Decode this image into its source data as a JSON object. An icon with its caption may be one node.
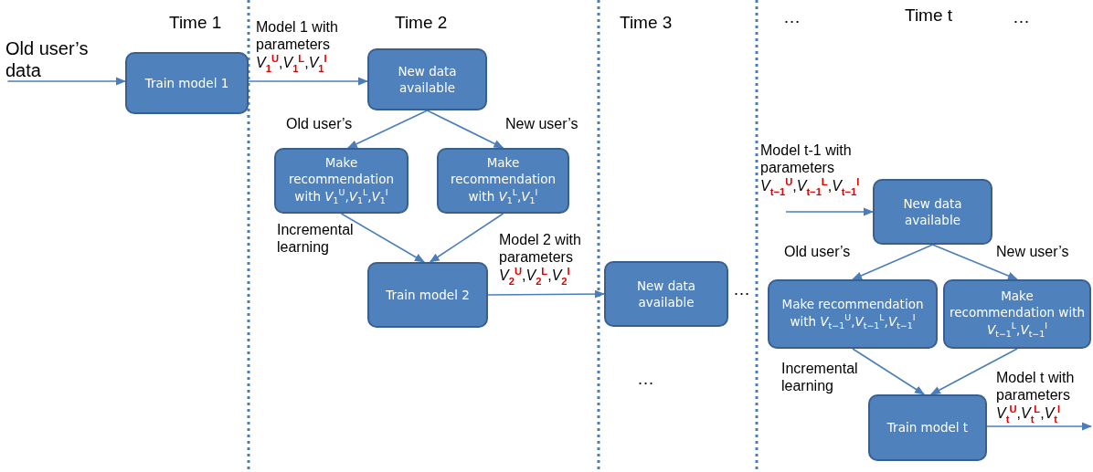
{
  "diagram": {
    "nodes": [
      {
        "text": [
          "Old user’s data"
        ]
      },
      {
        "text": [
          "Train model 1"
        ]
      },
      {
        "text": [
          "New data available"
        ]
      },
      {
        "text": [
          "Make recommendation with *V*$_{1}$$^{U}$,*V*$_{1}$$^{L}$,*V*$_{1}$$^{I}$"
        ]
      },
      {
        "text": [
          "Make recommendation with *V*$_{1}$$^{L}$,*V*$_{1}$$^{I}$"
        ]
      },
      {
        "text": [
          "Train model 2"
        ]
      },
      {
        "text": [
          "New data available"
        ]
      },
      {
        "text": [
          "New data available"
        ]
      },
      {
        "text": [
          "Make recommendation with *V*$_{t−1}$$^{U}$,*V*$_{t−1}$$^{L}$,*V*$_{t−1}$$^{I}$"
        ]
      },
      {
        "text": [
          "Make recommendation with *V*$_{t−1}$$^{L}$,*V*$_{t−1}$$^{I}$"
        ]
      },
      {
        "text": [
          "Train model t"
        ]
      }
    ],
    "edges": [
      {
        "from": 0,
        "to": 1,
        "arrow": "to"
      },
      {
        "from": 1,
        "to": 2,
        "arrow": "to",
        "label": "Model 1 with parameters *V*$_{1}$$^{U}$,*V*$_{1}$$^{L}$,*V*$_{1}$$^{I}$"
      },
      {
        "from": 2,
        "to": 3,
        "arrow": "to",
        "label": "Old user’s"
      },
      {
        "from": 2,
        "to": 4,
        "arrow": "to",
        "label": "New user’s"
      },
      {
        "from": 3,
        "to": 5,
        "arrow": "to",
        "label": "Incremental learning"
      },
      {
        "from": 4,
        "to": 5,
        "arrow": "to"
      },
      {
        "from": 5,
        "to": 6,
        "arrow": "to",
        "label": "Model 2 with parameters *V*$_{2}$$^{U}$,*V*$_{2}$$^{L}$,*V*$_{2}$$^{I}$"
      },
      {
        "from": null,
        "to": 7,
        "arrow": "to",
        "label": "Model t-1 with parameters *V*$_{t−1}$$^{U}$,*V*$_{t−1}$$^{L}$,*V*$_{t−1}$$^{I}$"
      },
      {
        "from": 7,
        "to": 8,
        "arrow": "to",
        "label": "Old user’s"
      },
      {
        "from": 7,
        "to": 9,
        "arrow": "to",
        "label": "New user’s"
      },
      {
        "from": 8,
        "to": 10,
        "arrow": "to",
        "label": "Incremental learning"
      },
      {
        "from": 9,
        "to": 10,
        "arrow": "to"
      },
      {
        "from": 10,
        "to": null,
        "arrow": "to",
        "label": "Model t with parameters *V*$_{t}$$^{U}$,*V*$_{t}$$^{L}$,*V*$_{t}$$^{I}$"
      }
    ],
    "labels": [
      "Time 1",
      "Time 2",
      "Time 3",
      "…",
      "Time t",
      "…",
      "…",
      "…"
    ]
  }
}
